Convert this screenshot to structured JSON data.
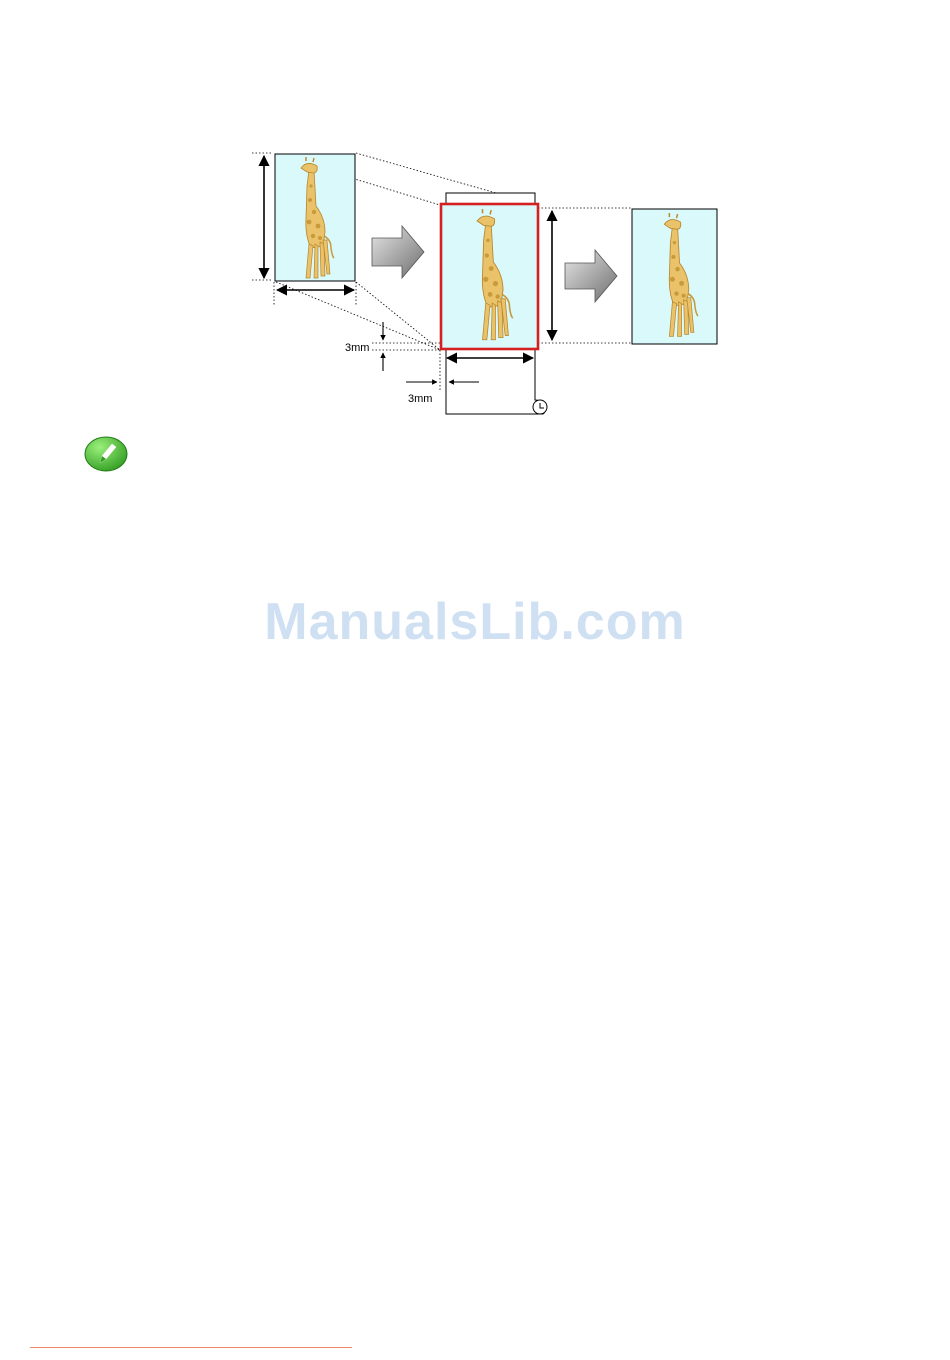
{
  "diagram": {
    "margin_label_vertical": "3mm",
    "margin_label_horizontal": "3mm",
    "colors": {
      "image_fill": "#d9f9fb",
      "giraffe_body": "#e9c26a",
      "giraffe_spots": "#c99a3a",
      "print_area_frame": "#d42020",
      "arrow_light": "#dcdcdc",
      "arrow_dark": "#7a7a7a"
    },
    "figures": [
      "original-image",
      "roll-paper-with-print-area",
      "printed-result"
    ]
  },
  "note_icon": "pencil-note-icon",
  "watermark": {
    "text": "ManualsLib.com"
  },
  "footer": {
    "rule_color": "#f28a6a"
  }
}
